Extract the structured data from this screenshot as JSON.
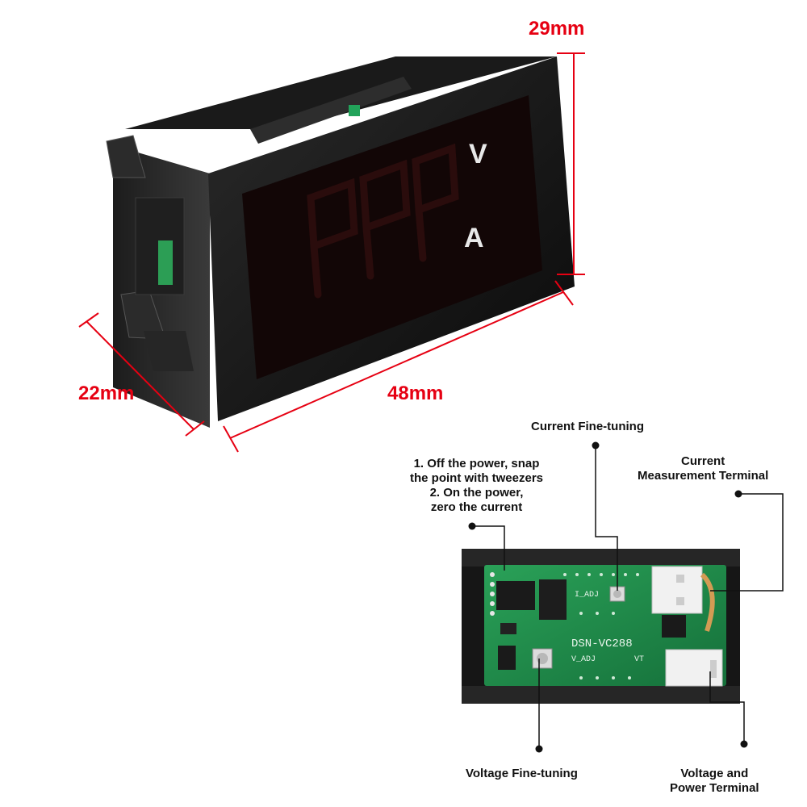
{
  "colors": {
    "dimension": "#e60012",
    "callout": "#111111",
    "pcb": "#1f8a45",
    "case": "#111111"
  },
  "dimensions": {
    "height": "29mm",
    "depth": "22mm",
    "width": "48mm"
  },
  "display": {
    "voltage_symbol": "V",
    "current_symbol": "A"
  },
  "pcb": {
    "model": "DSN-VC288",
    "i_adj": "I_ADJ",
    "v_adj": "V_ADJ",
    "vt": "VT"
  },
  "callouts": {
    "current_fine_tuning": "Current Fine-tuning",
    "current_terminal": [
      "Current",
      "Measurement Terminal"
    ],
    "zero_instructions": [
      "1. Off the power, snap",
      "the point with tweezers",
      "2. On the power,",
      "zero the current"
    ],
    "voltage_fine_tuning": "Voltage Fine-tuning",
    "voltage_terminal": [
      "Voltage and",
      "Power Terminal"
    ]
  }
}
